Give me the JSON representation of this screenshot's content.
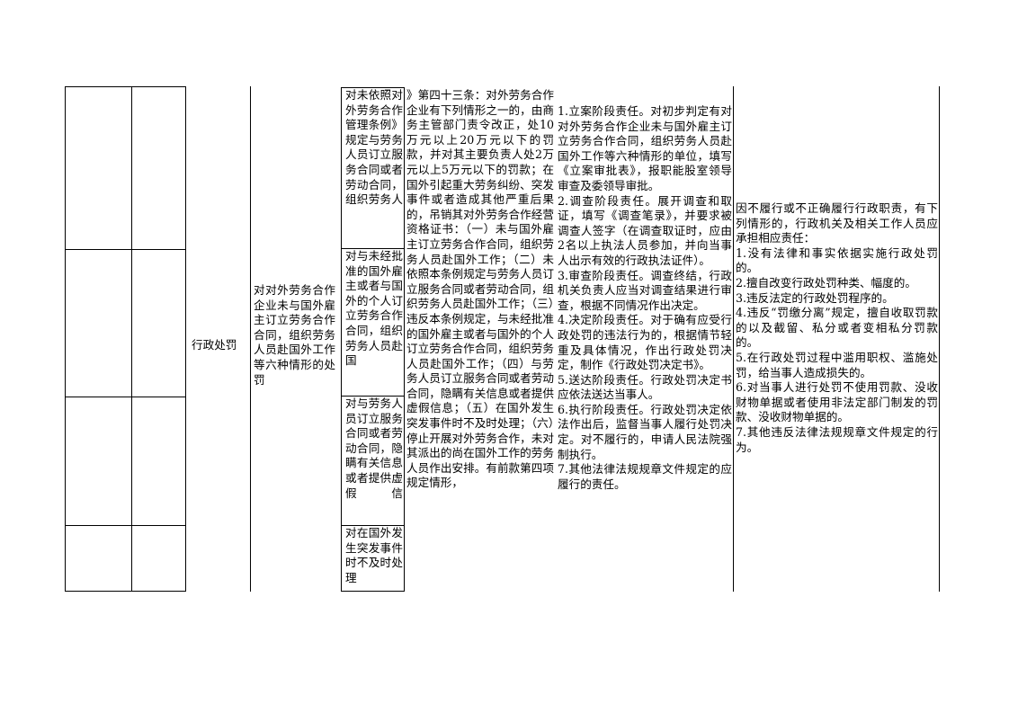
{
  "table": {
    "category": "行政处罚",
    "item_name": "对对外劳务合作企业未与国外雇主订立劳务合作合同，组织劳务人员赴国外工作等六种情形的处罚",
    "sub_items": [
      "对未依照对外劳务合作管理条例》规定与劳务人员订立服务合同或者劳动合同，组织劳务人",
      "对与未经批准的国外雇主或者与国外的个人订立劳务合作合同，组织劳务人员赴国",
      "对与劳务人员订立服务合同或者劳动合同，隐瞒有关信息或者提供虚假信",
      "对在国外发生突发事件时不及时处理"
    ],
    "legal_basis": "》第四十三条：对外劳务合作企业有下列情形之一的，由商务主管部门责令改正，处10万元以上20万元以下的罚款，并对其主要负责人处2万元以上5万元以下的罚款；在国外引起重大劳务纠纷、突发事件或者造成其他严重后果的，吊销其对外劳务合作经营资格证书：（一）未与国外雇主订立劳务合作合同，组织劳务人员赴国外工作；（二）未依照本条例规定与劳务人员订立服务合同或者劳动合同，组织劳务人员赴国外工作；（三）违反本条例规定，与未经批准的国外雇主或者与国外的个人订立劳务合作合同，组织劳务人员赴国外工作；（四）与劳务人员订立服务合同或者劳动合同，隐瞒有关信息或者提供虚假信息；（五）在国外发生突发事件时不及时处理；（六）停止开展对外劳务合作，未对其派出的尚在国外工作的劳务人员作出安排。有前款第四项规定情形，",
    "responsibilities": "1.立案阶段责任。对初步判定有对对外劳务合作企业未与国外雇主订立劳务合作合同，组织劳务人员赴国外工作等六种情形的单位，填写《立案审批表》，报职能股室领导审查及委领导审批。\n2.调查阶段责任。展开调查和取证，填写《调查笔录》，并要求被调查人签字（在调查取证时，应由2名以上执法人员参加，并向当事人出示有效的行政执法证件）。\n3.审查阶段责任。调查终结，行政机关负责人应当对调查结果进行审查，根据不同情况作出决定。\n4.决定阶段责任。对于确有应受行政处罚的违法行为的，根据情节轻重及具体情况，作出行政处罚决定，制作《行政处罚决定书》。\n5.送达阶段责任。行政处罚决定书应依法送达当事人。\n6.执行阶段责任。行政处罚决定依法作出后，监督当事人履行处罚决定。对不履行的，申请人民法院强制执行。\n7.其他法律法规规章文件规定的应履行的责任。",
    "accountability": "因不履行或不正确履行行政职责，有下列情形的，行政机关及相关工作人员应承担相应责任：\n1.没有法律和事实依据实施行政处罚的。\n2.擅自改变行政处罚种类、幅度的。\n3.违反法定的行政处罚程序的。\n4.违反“罚缴分离”规定，擅自收取罚款的以及截留、私分或者变相私分罚款的。\n5.在行政处罚过程中滥用职权、滥施处罚，给当事人造成损失的。\n6.对当事人进行处罚不使用罚款、没收财物单据或者使用非法定部门制发的罚款、没收财物单据的。\n7.其他违反法律法规规章文件规定的行为。"
  }
}
